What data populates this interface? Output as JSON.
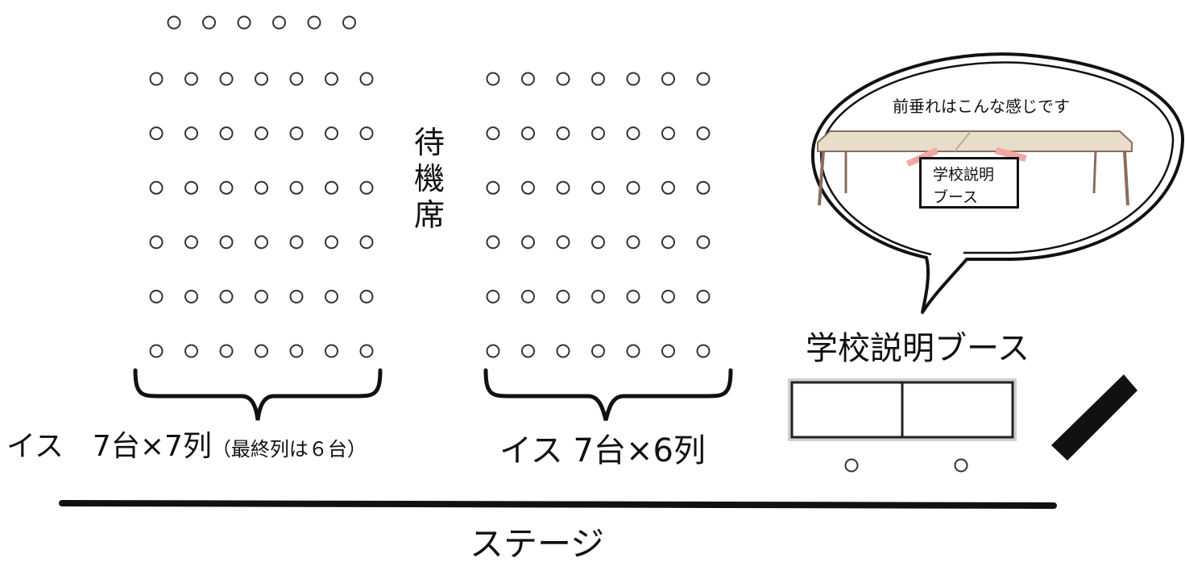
{
  "waiting_area": {
    "label": "待機席",
    "label_chars": [
      "待",
      "機",
      "席"
    ]
  },
  "left_block": {
    "caption_main": "イス　7台×7列",
    "caption_note": "（最終列は６台）"
  },
  "right_block": {
    "caption": "イス 7台×6列"
  },
  "booth": {
    "title": "学校説明ブース"
  },
  "stage": {
    "label": "ステージ"
  },
  "speech_bubble": {
    "text": "前垂れはこんな感じです",
    "sign_line1": "学校説明",
    "sign_line2": "ブース"
  },
  "colors": {
    "ink": "#111111",
    "table_top": "#e8dccb",
    "table_legs": "#8a6d5b",
    "tape": "#f2a7a7"
  }
}
